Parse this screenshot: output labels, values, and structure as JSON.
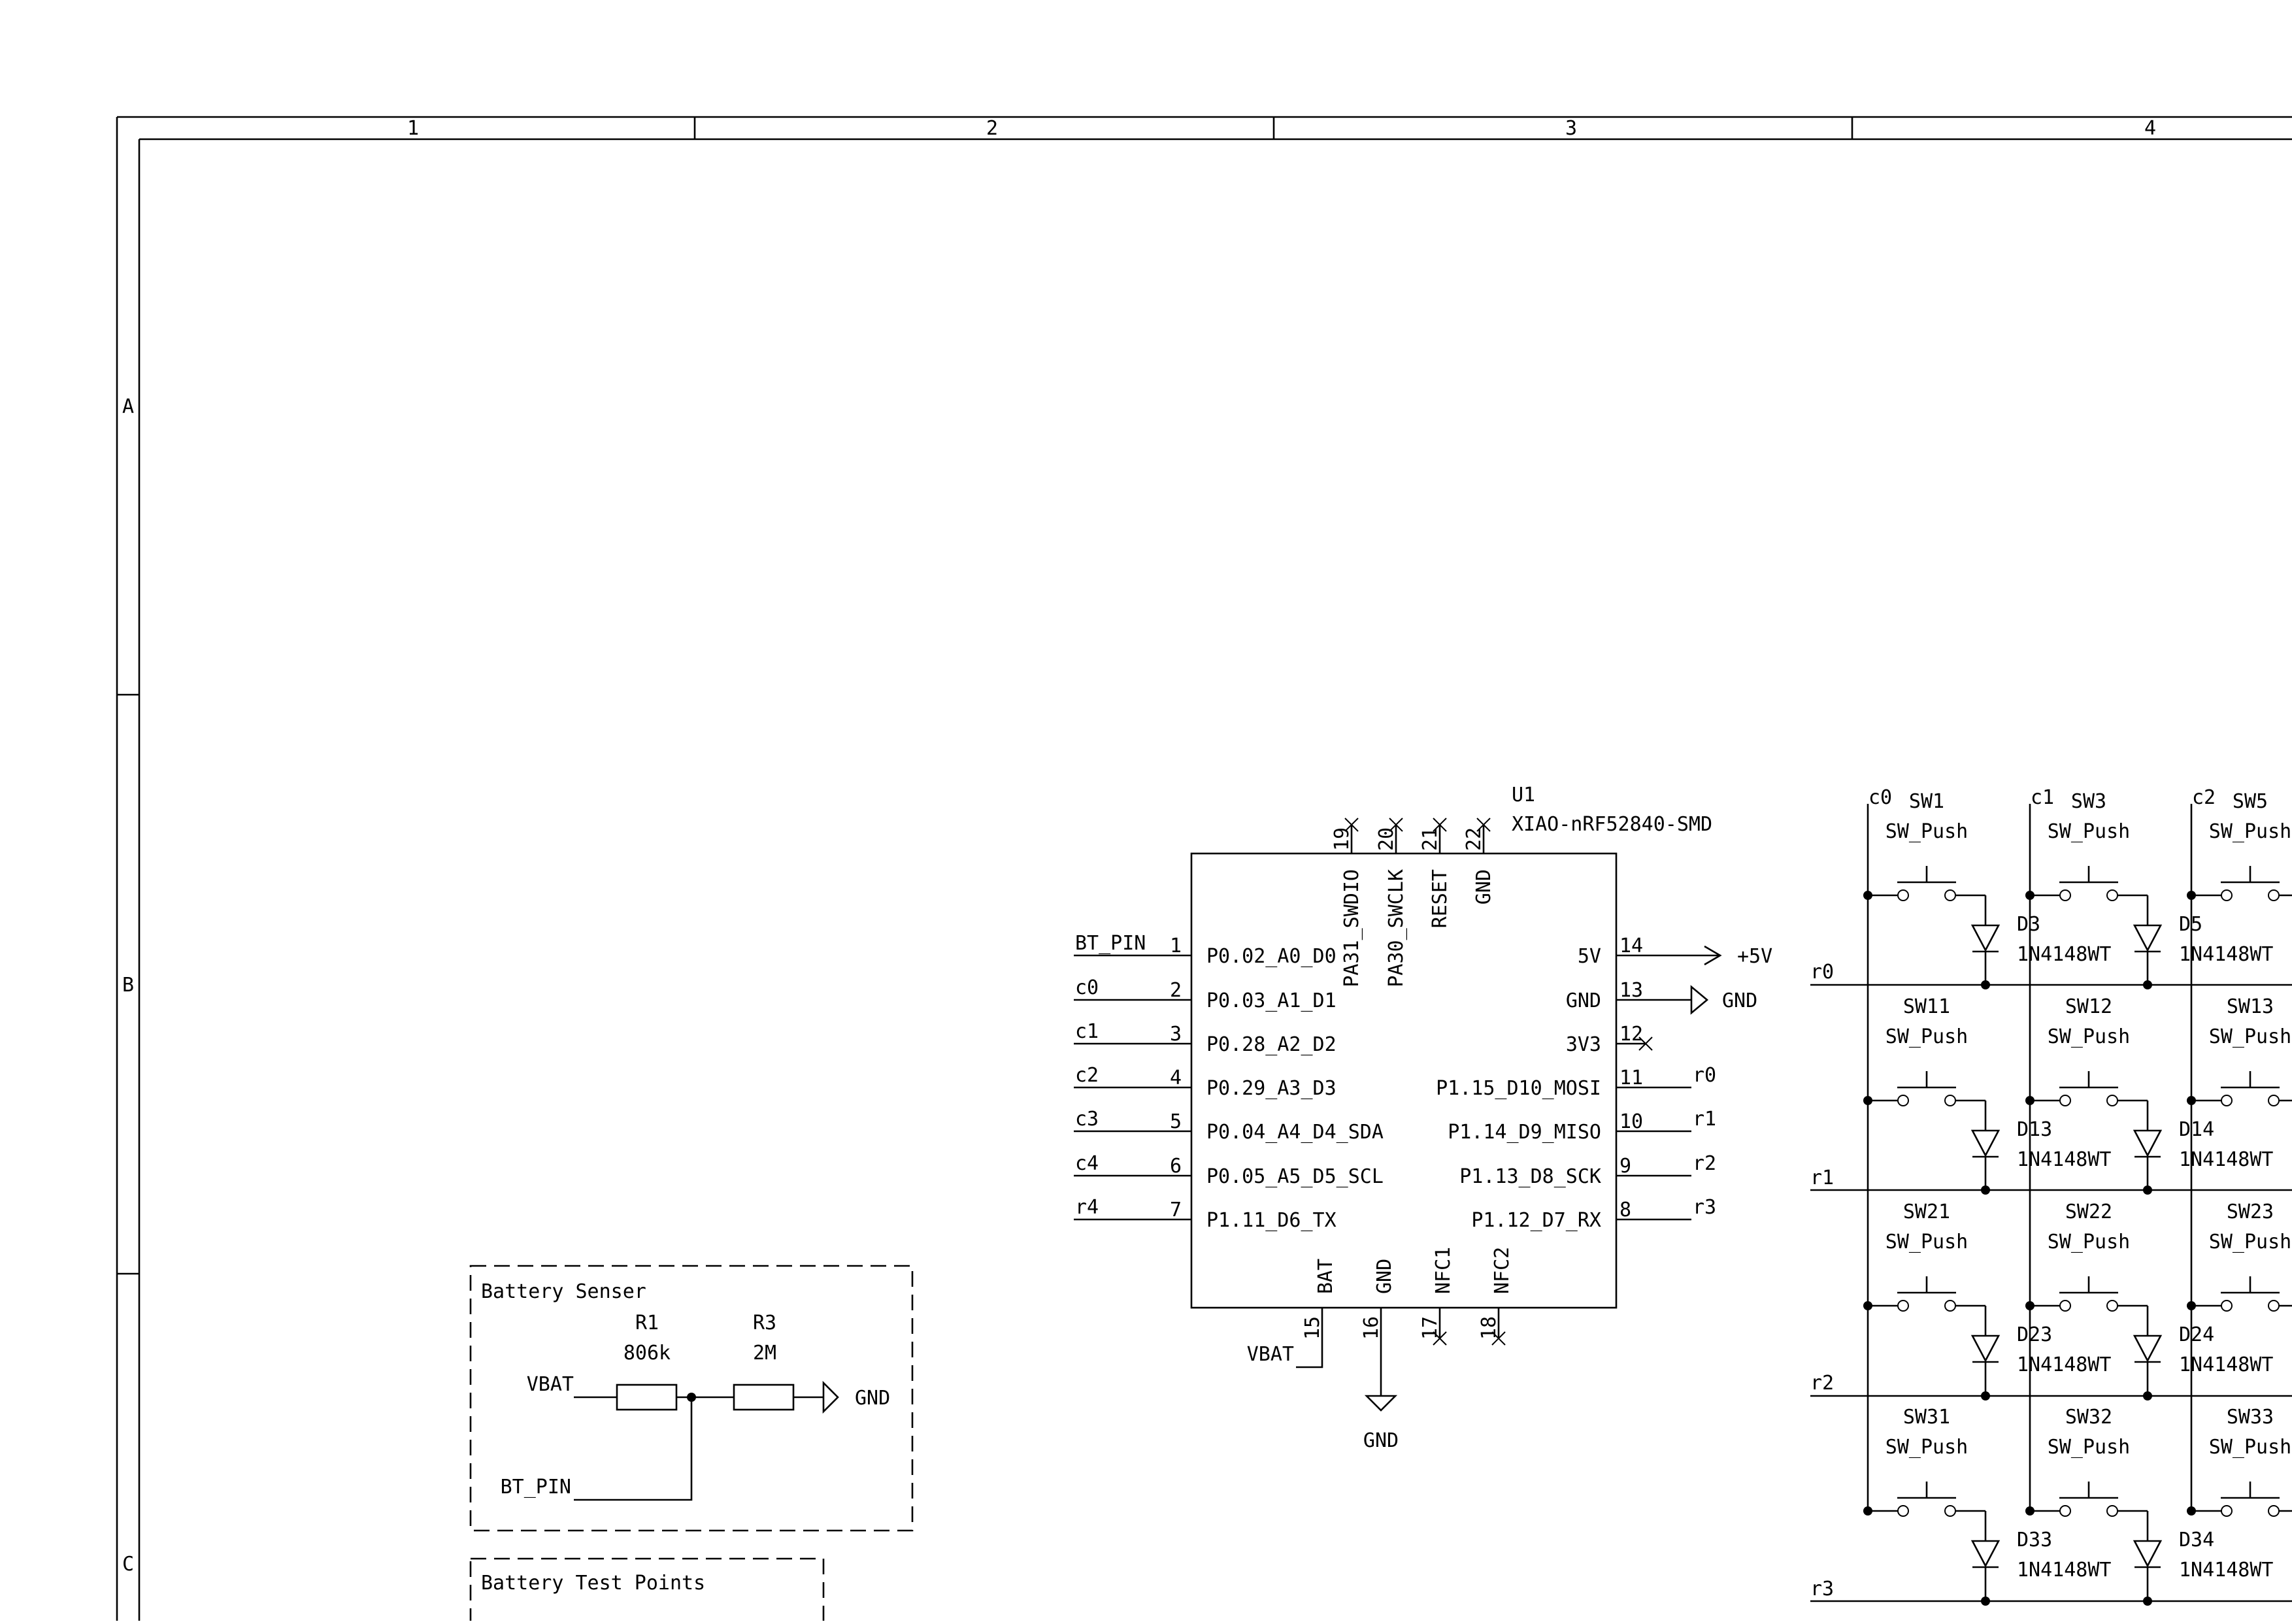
{
  "frame": {
    "columns": [
      "1",
      "2",
      "3",
      "4"
    ],
    "rows": [
      "A",
      "B",
      "C"
    ]
  },
  "u1": {
    "ref": "U1",
    "value": "XIAO-nRF52840-SMD",
    "left_pins": [
      {
        "num": "1",
        "name": "P0.02_A0_D0",
        "net": "BT_PIN"
      },
      {
        "num": "2",
        "name": "P0.03_A1_D1",
        "net": "c0"
      },
      {
        "num": "3",
        "name": "P0.28_A2_D2",
        "net": "c1"
      },
      {
        "num": "4",
        "name": "P0.29_A3_D3",
        "net": "c2"
      },
      {
        "num": "5",
        "name": "P0.04_A4_D4_SDA",
        "net": "c3"
      },
      {
        "num": "6",
        "name": "P0.05_A5_D5_SCL",
        "net": "c4"
      },
      {
        "num": "7",
        "name": "P1.11_D6_TX",
        "net": "r4"
      }
    ],
    "right_pins": [
      {
        "num": "14",
        "name": "5V",
        "net": "+5V"
      },
      {
        "num": "13",
        "name": "GND",
        "net": "GND"
      },
      {
        "num": "12",
        "name": "3V3",
        "net": ""
      },
      {
        "num": "11",
        "name": "P1.15_D10_MOSI",
        "net": "r0"
      },
      {
        "num": "10",
        "name": "P1.14_D9_MISO",
        "net": "r1"
      },
      {
        "num": "9",
        "name": "P1.13_D8_SCK",
        "net": "r2"
      },
      {
        "num": "8",
        "name": "P1.12_D7_RX",
        "net": "r3"
      }
    ],
    "top_pins": [
      {
        "num": "19",
        "name": "PA31_SWDIO"
      },
      {
        "num": "20",
        "name": "PA30_SWCLK"
      },
      {
        "num": "21",
        "name": "RESET"
      },
      {
        "num": "22",
        "name": "GND"
      }
    ],
    "bottom_pins": [
      {
        "num": "15",
        "name": "BAT",
        "net": "VBAT"
      },
      {
        "num": "16",
        "name": "GND",
        "net": "GND"
      },
      {
        "num": "17",
        "name": "NFC1",
        "net": ""
      },
      {
        "num": "18",
        "name": "NFC2",
        "net": ""
      }
    ]
  },
  "battery_sensor": {
    "title": "Battery Senser",
    "r1_ref": "R1",
    "r1_value": "806k",
    "r3_ref": "R3",
    "r3_value": "2M",
    "vbat_label": "VBAT",
    "btpin_label": "BT_PIN",
    "gnd_label": "GND"
  },
  "battery_test_points": {
    "title": "Battery Test Points"
  },
  "matrix": {
    "columns": [
      "c0",
      "c1",
      "c2"
    ],
    "rows": [
      "r0",
      "r1",
      "r2",
      "r3"
    ],
    "switch_value": "SW_Push",
    "diode_value": "1N4148WT",
    "cells": [
      [
        {
          "sw": "SW1",
          "d": "D3"
        },
        {
          "sw": "SW3",
          "d": "D5"
        },
        {
          "sw": "SW5",
          "d": ""
        }
      ],
      [
        {
          "sw": "SW11",
          "d": "D13"
        },
        {
          "sw": "SW12",
          "d": "D14"
        },
        {
          "sw": "SW13",
          "d": ""
        }
      ],
      [
        {
          "sw": "SW21",
          "d": "D23"
        },
        {
          "sw": "SW22",
          "d": "D24"
        },
        {
          "sw": "SW23",
          "d": ""
        }
      ],
      [
        {
          "sw": "SW31",
          "d": "D33"
        },
        {
          "sw": "SW32",
          "d": "D34"
        },
        {
          "sw": "SW33",
          "d": ""
        }
      ]
    ]
  }
}
